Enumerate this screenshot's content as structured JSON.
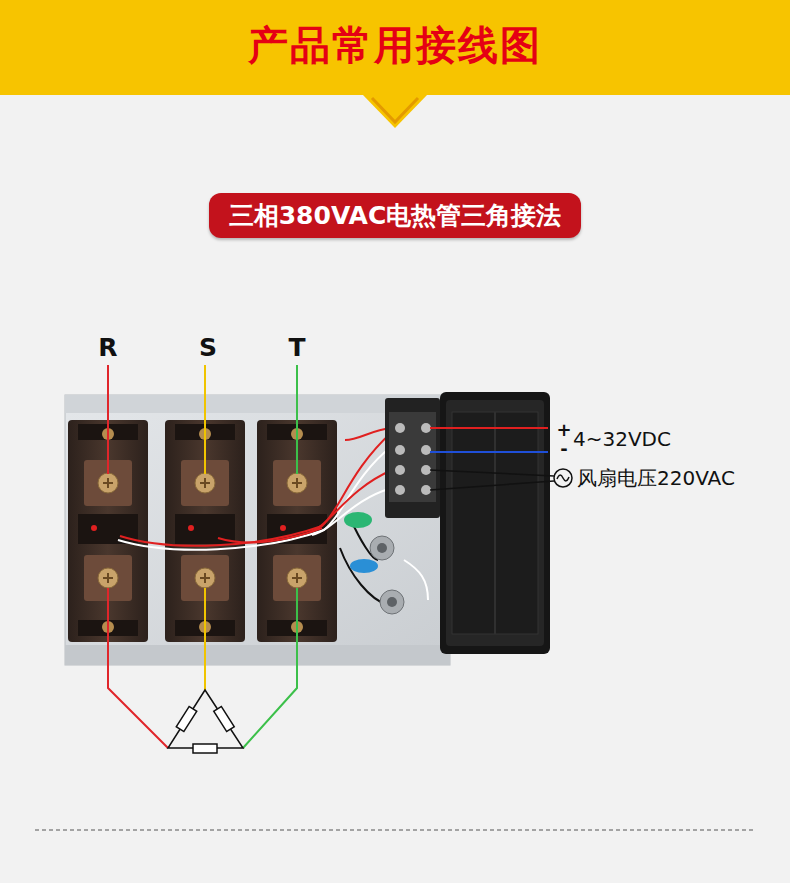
{
  "diagram": {
    "title": "产品常用接线图",
    "nodes": [
      {
        "text": [
          "三相380VAC电热管三角接法"
        ]
      }
    ],
    "labels": [
      "R",
      "S",
      "T",
      "+",
      "-",
      "4~32VDC",
      "风扇电压220VAC"
    ]
  }
}
